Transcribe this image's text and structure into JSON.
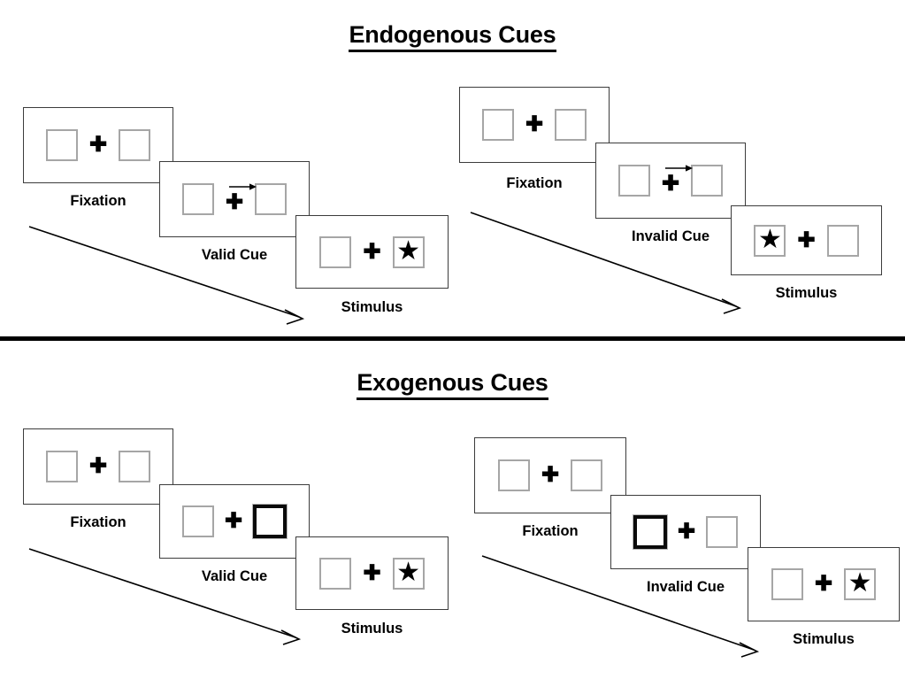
{
  "page": {
    "background": "#ffffff",
    "ink": "#000000",
    "box_border_color": "#a6a6a6",
    "cue_highlight_color": "#0a0a0a",
    "frame_border_color": "#3c3c3c",
    "fixation_glyph": "✚",
    "target_glyph": "★",
    "cue_arrow_glyph": "→"
  },
  "sections": [
    {
      "id": "endogenous",
      "title": "Endogenous Cues",
      "panels": [
        {
          "id": "endogenous-valid",
          "frames": [
            {
              "id": "endogenous-valid-fixation",
              "label": "Fixation",
              "left_box": "empty",
              "right_box": "empty",
              "center": "fixation",
              "cue": "none"
            },
            {
              "id": "endogenous-valid-cue",
              "label": "Valid Cue",
              "left_box": "empty",
              "right_box": "empty",
              "center": "fixation",
              "cue": "arrow-right"
            },
            {
              "id": "endogenous-valid-stimulus",
              "label": "Stimulus",
              "left_box": "empty",
              "right_box": "target",
              "center": "fixation",
              "cue": "none"
            }
          ]
        },
        {
          "id": "endogenous-invalid",
          "frames": [
            {
              "id": "endogenous-invalid-fixation",
              "label": "Fixation",
              "left_box": "empty",
              "right_box": "empty",
              "center": "fixation",
              "cue": "none"
            },
            {
              "id": "endogenous-invalid-cue",
              "label": "Invalid Cue",
              "left_box": "empty",
              "right_box": "empty",
              "center": "fixation",
              "cue": "arrow-right"
            },
            {
              "id": "endogenous-invalid-stimulus",
              "label": "Stimulus",
              "left_box": "target",
              "right_box": "empty",
              "center": "fixation",
              "cue": "none"
            }
          ]
        }
      ]
    },
    {
      "id": "exogenous",
      "title": "Exogenous Cues",
      "panels": [
        {
          "id": "exogenous-valid",
          "frames": [
            {
              "id": "exogenous-valid-fixation",
              "label": "Fixation",
              "left_box": "empty",
              "right_box": "empty",
              "center": "fixation",
              "cue": "none"
            },
            {
              "id": "exogenous-valid-cue",
              "label": "Valid Cue",
              "left_box": "empty",
              "right_box": "highlighted",
              "center": "fixation",
              "cue": "box-flash-right"
            },
            {
              "id": "exogenous-valid-stimulus",
              "label": "Stimulus",
              "left_box": "empty",
              "right_box": "target",
              "center": "fixation",
              "cue": "none"
            }
          ]
        },
        {
          "id": "exogenous-invalid",
          "frames": [
            {
              "id": "exogenous-invalid-fixation",
              "label": "Fixation",
              "left_box": "empty",
              "right_box": "empty",
              "center": "fixation",
              "cue": "none"
            },
            {
              "id": "exogenous-invalid-cue",
              "label": "Invalid Cue",
              "left_box": "highlighted",
              "right_box": "empty",
              "center": "fixation",
              "cue": "box-flash-left"
            },
            {
              "id": "exogenous-invalid-stimulus",
              "label": "Stimulus",
              "left_box": "empty",
              "right_box": "target",
              "center": "fixation",
              "cue": "none"
            }
          ]
        }
      ]
    }
  ],
  "labels": {
    "endogenous": {
      "valid": {
        "fixation": "Fixation",
        "cue": "Valid Cue",
        "stimulus": "Stimulus"
      },
      "invalid": {
        "fixation": "Fixation",
        "cue": "Invalid Cue",
        "stimulus": "Stimulus"
      }
    },
    "exogenous": {
      "valid": {
        "fixation": "Fixation",
        "cue": "Valid Cue",
        "stimulus": "Stimulus"
      },
      "invalid": {
        "fixation": "Fixation",
        "cue": "Invalid Cue",
        "stimulus": "Stimulus"
      }
    }
  },
  "titles": {
    "endogenous": "Endogenous Cues",
    "exogenous": "Exogenous Cues"
  }
}
